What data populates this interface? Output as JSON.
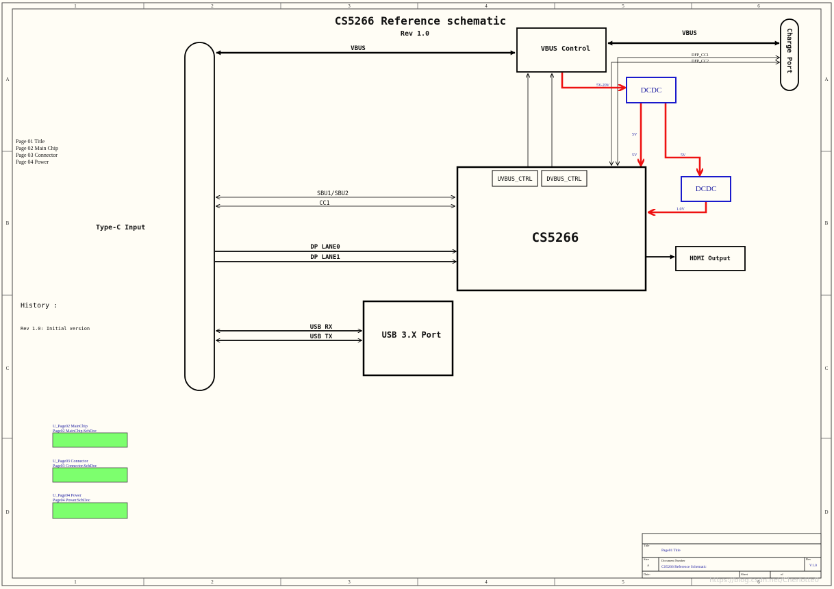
{
  "title": "CS5266 Reference schematic",
  "revision": "Rev 1.0",
  "page_index": [
    "Page 01 Title",
    "Page 02 Main Chip",
    "Page 03 Connector",
    "Page 04 Power"
  ],
  "history": {
    "heading": "History :",
    "entry": "Rev 1.0: Initial version"
  },
  "border": {
    "columns": [
      "1",
      "2",
      "3",
      "4",
      "5",
      "6"
    ],
    "rows": [
      "A",
      "B",
      "C",
      "D"
    ]
  },
  "blocks": {
    "type_c": "Type-C Input",
    "vbus_control": "VBUS Control",
    "charge_port": "Charge Port",
    "dcdc_top": "DCDC",
    "dcdc_right": "DCDC",
    "main_chip": "CS5266",
    "uvbus_ctrl": "UVBUS_CTRL",
    "dvbus_ctrl": "DVBUS_CTRL",
    "hdmi": "HDMI Output",
    "usb": "USB 3.X Port"
  },
  "signals": {
    "vbus_left": "VBUS",
    "vbus_right": "VBUS",
    "dfp_cc1": "DFP_CC1",
    "dfp_cc2": "DFP_CC2",
    "v_5_20": "5V-20V",
    "v5_a": "5V",
    "v5_b": "5V",
    "v5_c": "5V",
    "v1_0": "1.0V",
    "sbu": "SBU1/SBU2",
    "cc1": "CC1",
    "dp_lane0": "DP LANE0",
    "dp_lane1": "DP LANE1",
    "usb_rx": "USB RX",
    "usb_tx": "USB TX"
  },
  "sheet_symbols": [
    {
      "designator": "U_Page02 MainChip",
      "file": "Page02 MainChip.SchDoc"
    },
    {
      "designator": "U_Page03 Connector",
      "file": "Page03 Connector.SchDoc"
    },
    {
      "designator": "U_Page04 Power",
      "file": "Page04 Power.SchDoc"
    }
  ],
  "title_block": {
    "title_label": "Title",
    "title_value": "Page01 Title",
    "size_label": "Size",
    "size_value": "A",
    "docnum_label": "Document Number",
    "docnum_value": "CS5266 Reference Schematic",
    "rev_label": "Rev",
    "rev_value": "V1.0",
    "date_label": "Date:",
    "sheet_label": "Sheet",
    "sheet_of": "of"
  },
  "watermark": "https://blog.csdn.net/Cherlotte0",
  "colors": {
    "power_arrow": "#ee1111",
    "dcdc_border": "#1a1acc",
    "sheet_fill": "#7dff6e",
    "blue_text": "#1a1aa0"
  }
}
